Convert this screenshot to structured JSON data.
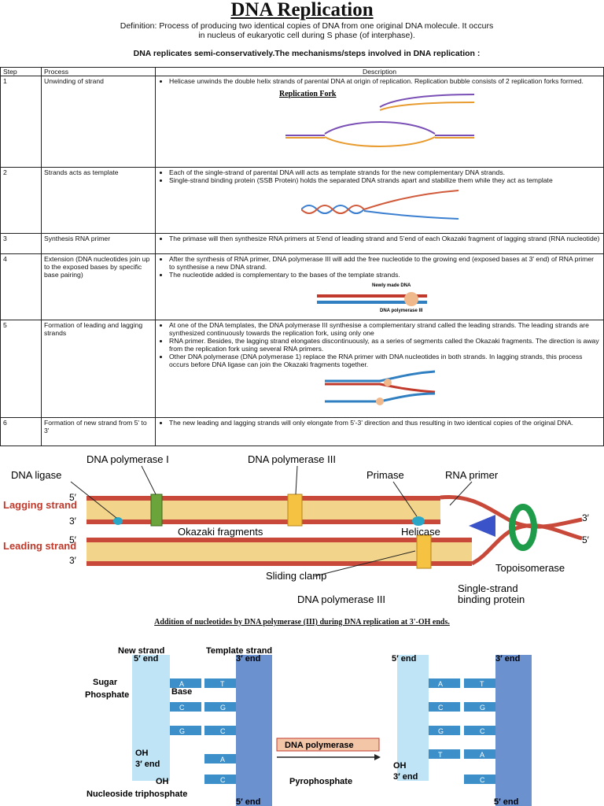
{
  "title": "DNA Replication",
  "definition": "Definition: Process of producing two identical copies of DNA from one original DNA molecule. It occurs in nucleus of eukaryotic cell during S phase (of interphase).",
  "intro": "DNA replicates semi-conservatively.The mechanisms/steps involved in DNA replication :",
  "table": {
    "headers": {
      "step": "Step",
      "process": "Process",
      "description": "Description"
    },
    "rows": [
      {
        "step": "1",
        "process": "Unwinding of strand",
        "bullets": [
          "Helicase unwinds the double helix strands of parental DNA at origin of replication. Replication bubble consists of 2 replication forks formed."
        ],
        "figure_label": "Replication Fork"
      },
      {
        "step": "2",
        "process": "Strands acts as template",
        "bullets": [
          "Each of the single-strand of parental DNA will acts as template strands for the new complementary DNA strands.",
          "Single-strand binding protein (SSB Protein) holds the separated DNA strands apart and stabilize them while they act as template"
        ]
      },
      {
        "step": "3",
        "process": "Synthesis RNA primer",
        "bullets": [
          "The primase will then synthesize RNA primers at 5'end of leading strand and 5'end of each Okazaki fragment of lagging strand (RNA nucleotide)"
        ]
      },
      {
        "step": "4",
        "process": "Extension (DNA nucleotides join up to the exposed bases by specific base pairing)",
        "bullets": [
          "After the synthesis of RNA primer, DNA polymerase III will add the free nucleotide to the growing end (exposed bases at 3' end) of RNA primer to synthesise a new DNA strand.",
          "The nucleotide added is complementary to the bases of the template strands."
        ],
        "figure_labels": [
          "Newly made DNA",
          "DNA polymerase III"
        ]
      },
      {
        "step": "5",
        "process": "Formation of leading and lagging strands",
        "bullets": [
          "At one of the DNA templates, the DNA polymerase III synthesise a complementary strand called the leading strands. The leading strands are synthesized continuously towards the replication fork, using only one",
          "RNA primer. Besides, the lagging strand elongates discontinuously, as a series of segments called the Okazaki fragments. The direction is away from the replication fork using several RNA primers.",
          "Other DNA polymerase (DNA polymerase 1) replace the RNA primer with DNA nucleotides in both strands. In lagging strands, this process occurs before DNA ligase can join the Okazaki fragments together."
        ]
      },
      {
        "step": "6",
        "process": "Formation of new strand from 5' to 3'",
        "bullets": [
          "The new leading and lagging strands will only elongate from 5'-3' direction and thus resulting in two identical copies of the original DNA."
        ]
      }
    ]
  },
  "mechanism": {
    "labels": {
      "pol1": "DNA polymerase I",
      "pol3_top": "DNA polymerase III",
      "ligase": "DNA ligase",
      "primase": "Primase",
      "rna_primer": "RNA primer",
      "lagging": "Lagging strand",
      "leading": "Leading strand",
      "okazaki": "Okazaki fragments",
      "helicase": "Helicase",
      "topo": "Topoisomerase",
      "clamp": "Sliding clamp",
      "pol3_bottom": "DNA polymerase III",
      "ssb": "Single-strand binding protein",
      "five": "5′",
      "three": "3′"
    },
    "colors": {
      "strand": "#c8493a",
      "rungs": "#e8c06a",
      "pol": "#f5c242",
      "pol1": "#6aa43a",
      "helicase": "#3b53c9",
      "topo": "#1e9c4a",
      "label_red": "#c0392b"
    }
  },
  "addition": {
    "title": "Addition of nucleotides by DNA polymerase (III) during DNA replication at 3'-OH ends.",
    "new_strand": "New strand",
    "template_strand": "Template strand",
    "five_end": "5′ end",
    "three_end": "3′ end",
    "sugar": "Sugar",
    "phosphate": "Phosphate",
    "base": "Base",
    "oh": "OH",
    "enzyme": "DNA polymerase",
    "pyrophosphate": "Pyrophosphate",
    "nucleoside": "Nucleoside triphosphate",
    "left_pairs": [
      [
        "A",
        "T"
      ],
      [
        "C",
        "G"
      ],
      [
        "G",
        "C"
      ]
    ],
    "incoming_pairs": [
      [
        "",
        "A"
      ],
      [
        "",
        "C"
      ]
    ],
    "right_pairs": [
      [
        "A",
        "T"
      ],
      [
        "C",
        "G"
      ],
      [
        "G",
        "C"
      ],
      [
        "T",
        "A"
      ]
    ],
    "right_unpaired": "C"
  }
}
